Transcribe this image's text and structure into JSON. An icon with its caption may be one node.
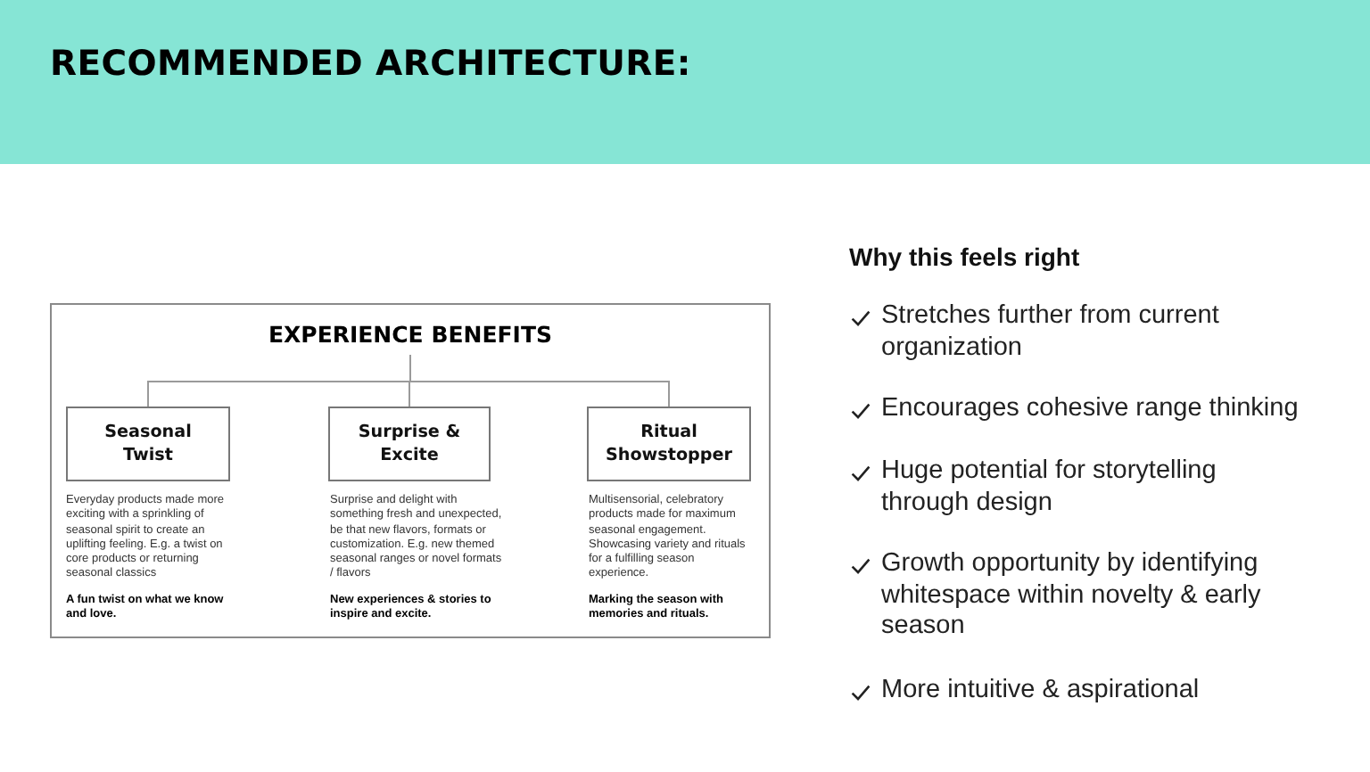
{
  "diagram": {
    "title": "RECOMMENDED ARCHITECTURE:",
    "nodes": [
      {
        "text": [],
        "shape": "box"
      },
      {
        "text": [
          "EXPERIENCE BENEFITS"
        ],
        "in": 0
      },
      {
        "text": [
          "Seasonal Twist"
        ],
        "in": 0,
        "beside": [
          "Everyday products made more exciting with a sprinkling of seasonal spirit to create an uplifting feeling. E.g. a twist on core products or returning seasonal classics",
          "A fun twist on what we know and love."
        ]
      },
      {
        "text": [
          "Surprise & Excite"
        ],
        "in": 0,
        "beside": [
          "Surprise and delight with something fresh and unexpected, be that new flavors, formats or customization. E.g. new themed seasonal ranges or novel formats / flavors",
          "New experiences & stories to inspire and excite."
        ]
      },
      {
        "text": [
          "Ritual Showstopper"
        ],
        "in": 0,
        "beside": [
          "Multisensorial, celebratory products made for maximum seasonal engagement. Showcasing variety and rituals for a fulfilling season experience.",
          "Marking the season with memories and rituals."
        ]
      }
    ],
    "edges": [
      {
        "from": 1,
        "to": 2,
        "arrow": "none"
      },
      {
        "from": 1,
        "to": 3,
        "arrow": "none"
      },
      {
        "from": 1,
        "to": 4,
        "arrow": "none"
      }
    ],
    "labels": [
      "Why this feels right",
      "Stretches further from current organization",
      "Encourages cohesive range thinking",
      "Huge potential for storytelling through design",
      "Growth opportunity by identifying whitespace within novelty & early season",
      "More intuitive & aspirational"
    ]
  }
}
